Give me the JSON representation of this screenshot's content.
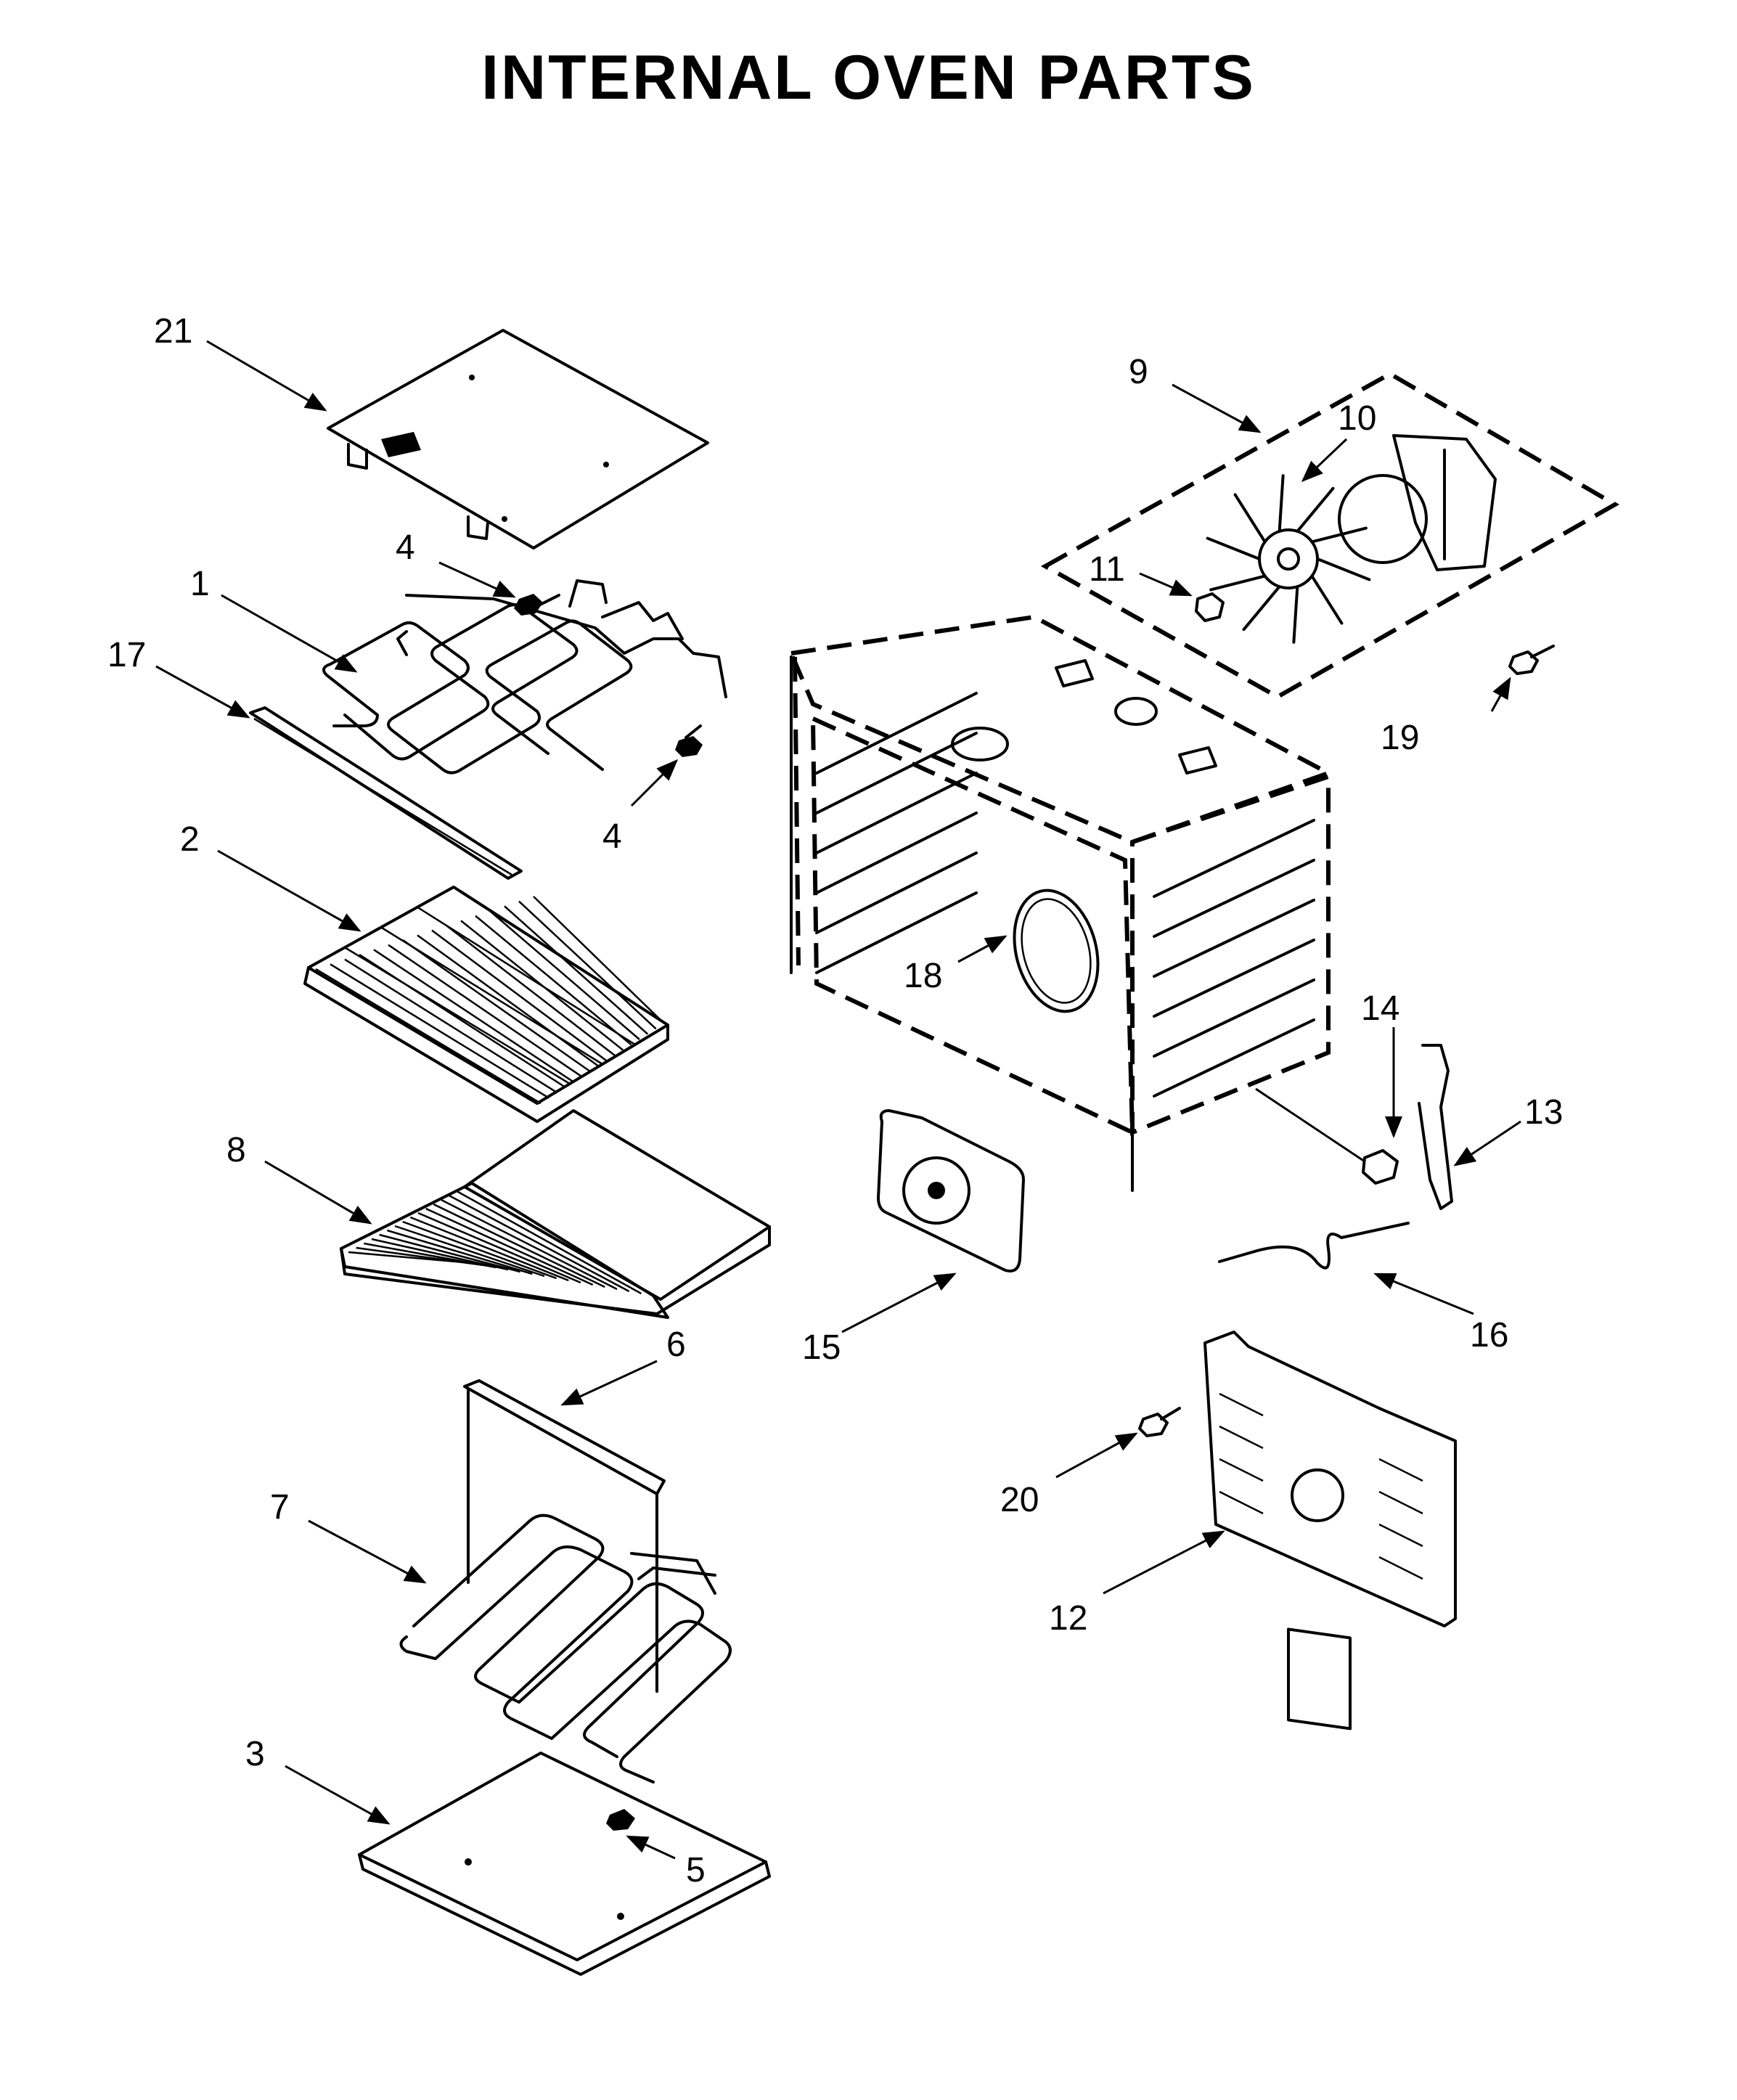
{
  "title": "INTERNAL OVEN PARTS",
  "callouts": {
    "c1": "1",
    "c2": "2",
    "c3": "3",
    "c4a": "4",
    "c4b": "4",
    "c5": "5",
    "c6": "6",
    "c7": "7",
    "c8": "8",
    "c9": "9",
    "c10": "10",
    "c11": "11",
    "c12": "12",
    "c13": "13",
    "c14": "14",
    "c15": "15",
    "c16": "16",
    "c17": "17",
    "c18": "18",
    "c19": "19",
    "c20": "20",
    "c21": "21"
  }
}
